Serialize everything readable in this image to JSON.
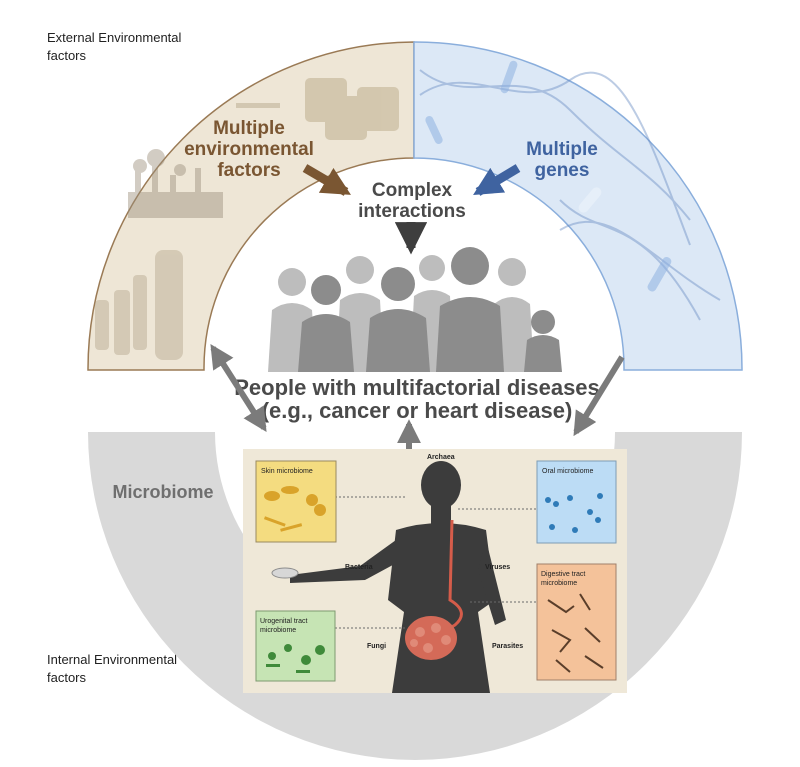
{
  "corner_labels": {
    "external_line1": "External Environmental",
    "external_line2": "factors",
    "internal_line1": "Internal Environmental",
    "internal_line2": "factors"
  },
  "arc": {
    "env_line1": "Multiple",
    "env_line2": "environmental",
    "env_line3": "factors",
    "genes_line1": "Multiple",
    "genes_line2": "genes",
    "microbiome": "Microbiome"
  },
  "center": {
    "complex_line1": "Complex",
    "complex_line2": "interactions",
    "people_line1": "People with multifactorial diseases",
    "people_line2": "(e.g., cancer or heart disease)"
  },
  "body_panel": {
    "archaea": "Archaea",
    "bacteria": "Bacteria",
    "viruses": "Viruses",
    "fungi": "Fungi",
    "parasites": "Parasites",
    "skin": "Skin microbiome",
    "oral": "Oral microbiome",
    "urogenital_line1": "Urogenital tract",
    "urogenital_line2": "microbiome",
    "digestive_line1": "Digestive tract",
    "digestive_line2": "microbiome"
  },
  "colors": {
    "env_fill": "#eee6d6",
    "env_stroke": "#9a7a55",
    "env_text": "#7a5632",
    "genes_fill": "#dce8f6",
    "genes_stroke": "#8aaedc",
    "genes_text": "#3f63a0",
    "micro_fill": "#d9d9d9",
    "micro_text": "#6f6f6f",
    "panel_bg": "#efe8d8",
    "silhouette": "#3c3c3c",
    "arrow_gray": "#7b7b7b"
  }
}
